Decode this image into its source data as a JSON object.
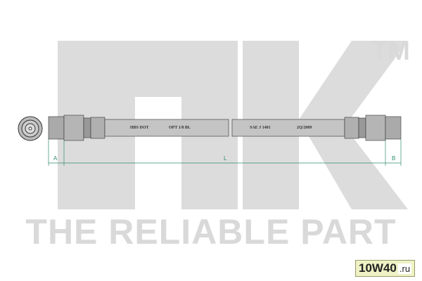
{
  "watermark": {
    "logo": "nk",
    "trademark": "TM",
    "slogan": "THE RELIABLE PART"
  },
  "hose_markings": [
    "HBS DOT",
    "OPT 1/8 BL",
    "SAE J 1401",
    "2Q/2009"
  ],
  "dimensions": {
    "left": "A",
    "length": "L",
    "right": "B"
  },
  "site_badge": {
    "main": "10W40",
    "suffix": ".ru"
  },
  "colors": {
    "watermark": "#d9d9d9",
    "dimension": "#2e8b6e",
    "hose": "#b8b8b8"
  }
}
